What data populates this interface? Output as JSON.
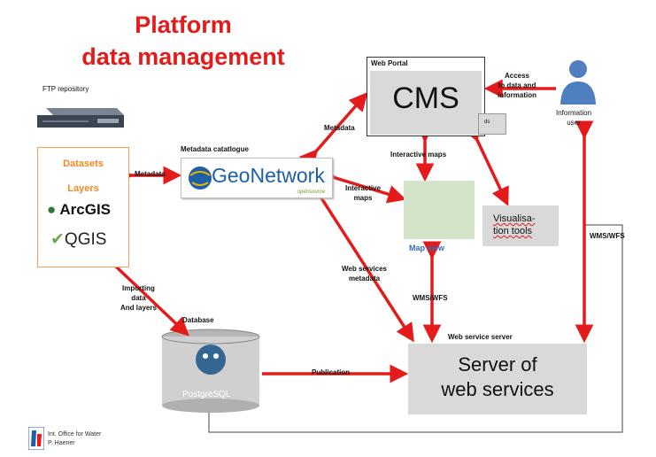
{
  "title": {
    "line1": "Platform",
    "line2": "data management"
  },
  "labels": {
    "ftp": "FTP repository",
    "metadata_catalogue": "Metadata catatlogue",
    "web_portal": "Web Portal",
    "access_line1": "Access",
    "access_line2": "to data and",
    "access_line3": "information",
    "info_user_line1": "Information",
    "info_user_line2": "user",
    "metadata_left": "Metadata",
    "metadata_cms": "Metadata",
    "interactive_maps_top": "Interactive maps",
    "interactive_line1": "Interactive",
    "interactive_line2": "maps",
    "web_services_line1": "Web services",
    "web_services_line2": "metadata",
    "wms_wfs_mid": "WMS/WFS",
    "wms_wfs_right": "WMS/WFS",
    "importing_line1": "Importing",
    "importing_line2": "data",
    "importing_line3": "And layers",
    "database": "Database",
    "publication": "Publication",
    "web_service_server": "Web service server",
    "map_view": "Map view",
    "cms_tab": "ds"
  },
  "datasets": {
    "line1": "Datasets",
    "line2": "Layers",
    "arcgis": "ArcGIS",
    "qgis": "QGIS"
  },
  "geonetwork": {
    "name": "GeoNetwork",
    "sub": "opensource"
  },
  "cms": {
    "label": "CMS"
  },
  "server": {
    "line1": "Server of",
    "line2": "web services"
  },
  "visualisation": {
    "line1": "Visualisa-",
    "line2": "tion tools"
  },
  "postgres": {
    "label": "PostgreSQL"
  },
  "footer": {
    "line1": "Int. Office for Water",
    "line2": "P. Haener"
  },
  "colors": {
    "title": "#e31b1b",
    "arrow": "#e31b1b",
    "orange": "#f08a24",
    "panel": "#d9d9d9",
    "brand": "#1f5fa6"
  }
}
